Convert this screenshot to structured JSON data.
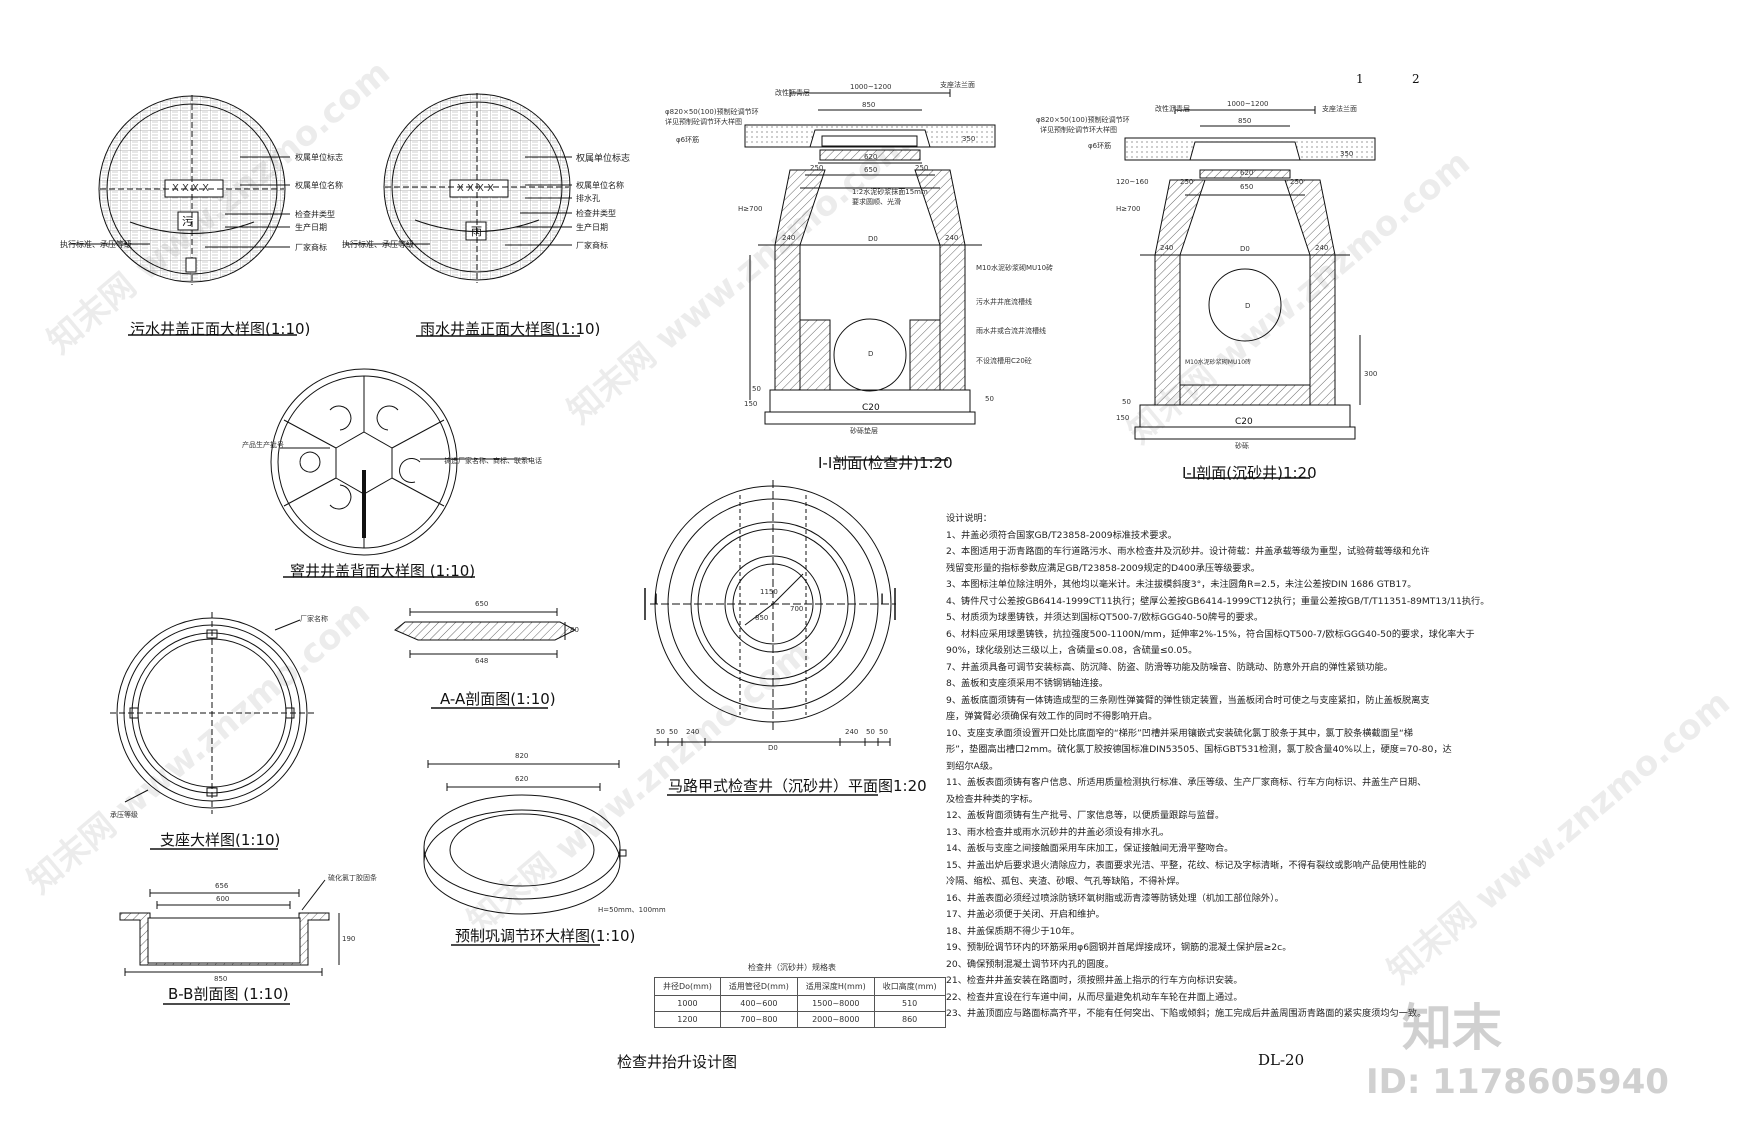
{
  "page_numbers": [
    "1",
    "2"
  ],
  "sheet_title": "检查井抬升设计图",
  "drawing_code": "DL-20",
  "watermark": {
    "brand": "知末",
    "text": "知末网 www.znzmo.com",
    "id": "ID: 1178605940"
  },
  "captions": {
    "sewage_cover": "污水井盖正面大样图(1:10)",
    "rain_cover": "雨水井盖正面大样图(1:10)",
    "cover_back": "窨井井盖背面大样图 (1:10)",
    "frame": "支座大样图(1:10)",
    "bb_section": "B-B剖面图 (1:10)",
    "aa_section": "A-A剖面图(1:10)",
    "ring": "预制巩调节环大样图(1:10)",
    "section_inspection": "I-I剖面(检查井)1:20",
    "section_sand": "I-I剖面(沉砂井)1:20",
    "plan": "马路甲式检查井（沉砂井）平面图1:20"
  },
  "cover_labels": {
    "sewage": [
      "权属单位标志",
      "权属单位名称",
      "检查井类型",
      "生产日期",
      "厂家商标",
      "执行标准、承压等级"
    ],
    "rain": [
      "权属单位标志",
      "权属单位名称",
      "排水孔",
      "检查井类型",
      "生产日期",
      "厂家商标",
      "执行标准、承压等级"
    ],
    "cover_mark": "X X X X",
    "sewage_char": "污",
    "rain_char": "雨",
    "back": [
      "产品生产批号",
      "铸造厂家名称、商标、联系电话"
    ],
    "frame": [
      "厂家名称",
      "承压等级"
    ],
    "bb": [
      "硫化氯丁胶固条"
    ]
  },
  "dims": {
    "aa_top": "650",
    "aa_bottom": "648",
    "aa_h": "80",
    "ring_outer": "820",
    "ring_inner": "620",
    "ring_h": "H=50mm、100mm",
    "bb_top": "656",
    "bb_mid": "600",
    "bb_bottom": "850",
    "bb_h": "190",
    "sec_width": "1000~1200",
    "sec_850": "850",
    "sec_620": "620",
    "sec_650": "650",
    "sec_250": "250",
    "sec_240": "240",
    "sec_d0": "D0",
    "sec_h": "H≥700",
    "sec_120": "120~160",
    "sec_350": "350",
    "sec_300": "300",
    "sec_50": "50",
    "sec_150": "150",
    "sec_c20": "C20",
    "sec_d": "D",
    "plan_1150": "1150",
    "plan_700": "700",
    "plan_850": "850",
    "plan_bottom": [
      "50",
      "50",
      "240",
      "D0",
      "240",
      "50",
      "50"
    ],
    "plan_marker": "I"
  },
  "section_labels_left": [
    "改性沥青层",
    "支座法兰面",
    "φ820×50(100)预制砼调节环",
    "详见预制砼调节环大样图",
    "φ6环筋",
    "1:2水泥砂浆抹面15mm",
    "要求圆顺、光滑",
    "M10水泥砂浆砌MU10砖",
    "污水井井底流槽线",
    "雨水井或合流井流槽线",
    "不设流槽用C20砼",
    "砂砾垫层"
  ],
  "section_labels_right": [
    "改性沥青层",
    "支座法兰面",
    "φ820×50(100)预制砼调节环",
    "详见预制砼调节环大样图",
    "φ6环筋",
    "M10水泥砂浆砌MU10砖",
    "砂砾"
  ],
  "spec_table": {
    "title": "检查井（沉砂井）规格表",
    "headers": [
      "井径Do(mm)",
      "适用管径D(mm)",
      "适用深度H(mm)",
      "收口高度(mm)"
    ],
    "rows": [
      [
        "1000",
        "400~600",
        "1500~8000",
        "510"
      ],
      [
        "1200",
        "700~800",
        "2000~8000",
        "860"
      ]
    ]
  },
  "notes": [
    "设计说明：",
    "1、井盖必须符合国家GB/T23858-2009标准技术要求。",
    "2、本图适用于沥青路面的车行道路污水、雨水检查井及沉砂井。设计荷载：井盖承载等级为重型，试验荷载等级和允许",
    "   残留变形量的指标参数应满足GB/T23858-2009规定的D400承压等级要求。",
    "3、本图标注单位除注明外，其他均以毫米计。未注拔模斜度3°，未注圆角R=2.5，未注公差按DIN 1686 GTB17。",
    "4、铸件尺寸公差按GB6414-1999CT11执行；壁厚公差按GB6414-1999CT12执行；重量公差按GB/T/T11351-89MT13/11执行。",
    "5、材质须为球墨铸铁，并须达到国标QT500-7/欧标GGG40-50牌号的要求。",
    "6、材料应采用球墨铸铁，抗拉强度500-1100N/mm，延伸率2%-15%，符合国标QT500-7/欧标GGG40-50的要求，球化率大于",
    "   90%，球化级别达三级以上，含磷量≤0.08，含硫量≤0.05。",
    "7、井盖须具备可调节安装标高、防沉降、防盗、防滑等功能及防噪音、防跳动、防意外开启的弹性紧锁功能。",
    "8、盖板和支座须采用不锈钢销轴连接。",
    "9、盖板底面须铸有一体铸造成型的三条刚性弹簧臂的弹性锁定装置，当盖板闭合时可使之与支座紧扣，防止盖板脱离支",
    "   座，弹簧臂必须确保有效工作的同时不得影响开启。",
    "10、支座支承面须设置开口处比底面窄的“梯形”凹槽并采用镶嵌式安装硫化氯丁胶条于其中，氯丁胶条横截面呈“梯",
    "   形”，垫圈高出槽口2mm。硫化氯丁胶按德国标准DIN53505、国标GBT531检测，氯丁胶含量40%以上，硬度=70-80，达",
    "   到绍尔A级。",
    "11、盖板表面须铸有客户信息、所适用质量检测执行标准、承压等级、生产厂家商标、行车方向标识、井盖生产日期、",
    "   及检查井种类的字标。",
    "12、盖板背面须铸有生产批号、厂家信息等，以便质量跟踪与监督。",
    "13、雨水检查井或雨水沉砂井的井盖必须设有排水孔。",
    "14、盖板与支座之间接触面采用车床加工，保证接触间无滑平整吻合。",
    "15、井盖出炉后要求退火清除应力，表面要求光洁、平整，花纹、标记及字标清晰，不得有裂纹或影响产品使用性能的",
    "   冷隔、缩松、孤包、夹渣、砂眼、气孔等缺陷，不得补焊。",
    "16、井盖表面必须经过喷涂防锈环氧树脂或沥青漆等防锈处理（机加工部位除外）。",
    "17、井盖必须便于关闭、开启和维护。",
    "18、井盖保质期不得少于10年。",
    "19、预制砼调节环内的环筋采用φ6圆钢并首尾焊接成环，钢筋的混凝土保护层≥2c。",
    "20、确保预制混凝土调节环内孔的圆度。",
    "21、检查井井盖安装在路面时，须按照井盖上指示的行车方向标识安装。",
    "22、检查井宜设在行车道中间，从而尽量避免机动车车轮在井面上通过。",
    "23、井盖顶面应与路面标高齐平，不能有任何突出、下陷或倾斜；施工完成后井盖周围沥青路面的紧实度须均匀一致。"
  ]
}
